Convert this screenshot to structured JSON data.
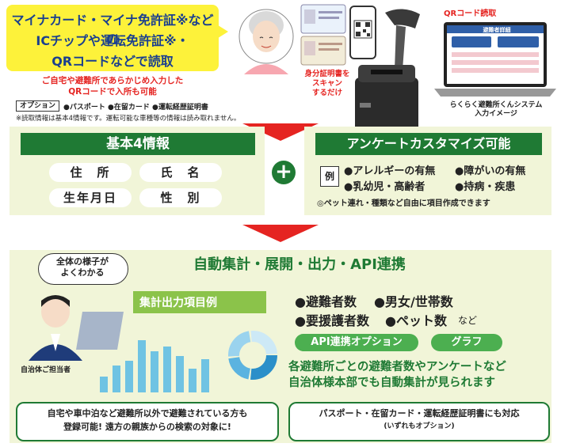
{
  "top": {
    "bubble_lines": [
      "マイナカード・マイナ免許証※などの",
      "ICチップや運転免許証※・",
      "QRコードなどで読取"
    ],
    "red_note": [
      "ご自宅や避難所であらかじめ入力した",
      "QRコードで入所も可能"
    ],
    "option_label": "オプション",
    "option_items": "●パスポート ●在留カード ●運転経歴証明書",
    "footnote": "※読取情報は基本4情報です。運転可能な車種等の情報は読み取れません。",
    "qr_read_label": "QRコード読取",
    "scan_note": [
      "身分証明書を",
      "スキャン",
      "するだけ"
    ],
    "system_caption": [
      "らくらく避難所くんシステム",
      "入力イメージ"
    ],
    "screen_title": "避難者詳細"
  },
  "basic": {
    "title": "基本4情報",
    "items": [
      "住　所",
      "氏　名",
      "生年月日",
      "性　別"
    ]
  },
  "plus_sign": "+",
  "survey": {
    "title": "アンケートカスタマイズ可能",
    "example_label": "例",
    "items": [
      "●アレルギーの有無",
      "●障がいの有無",
      "●乳幼児・高齢者",
      "●持病・疾患"
    ],
    "note": "◎ペット連れ・種類など自由に項目作成できます"
  },
  "bottom": {
    "title": "自動集計・展開・出力・API連携",
    "speech": [
      "全体の様子が",
      "よくわかる"
    ],
    "person_caption": "自治体ご担当者",
    "output_label": "集計出力項目例",
    "output_items": [
      "●避難者数",
      "●男女/世帯数",
      "●要援護者数",
      "●ペット数",
      "など"
    ],
    "api_option": "API連携オプション",
    "graph": "グラフ",
    "desc": [
      "各避難所ごとの避難者数やアンケートなど",
      "自治体様本部でも自動集計が見られます"
    ],
    "note_left": [
      "自宅や車中泊など避難所以外で避難されている方も",
      "登録可能! 遠方の親族からの検索の対象に!"
    ],
    "note_right": [
      "パスポート・在留カード・運転経歴証明書にも対応",
      "(いずれもオプション)"
    ]
  },
  "colors": {
    "green": "#1f7a34",
    "yellow": "#fdf23a",
    "red": "#e52421",
    "panel": "#f1f5d8",
    "navy": "#1a3f8f"
  }
}
